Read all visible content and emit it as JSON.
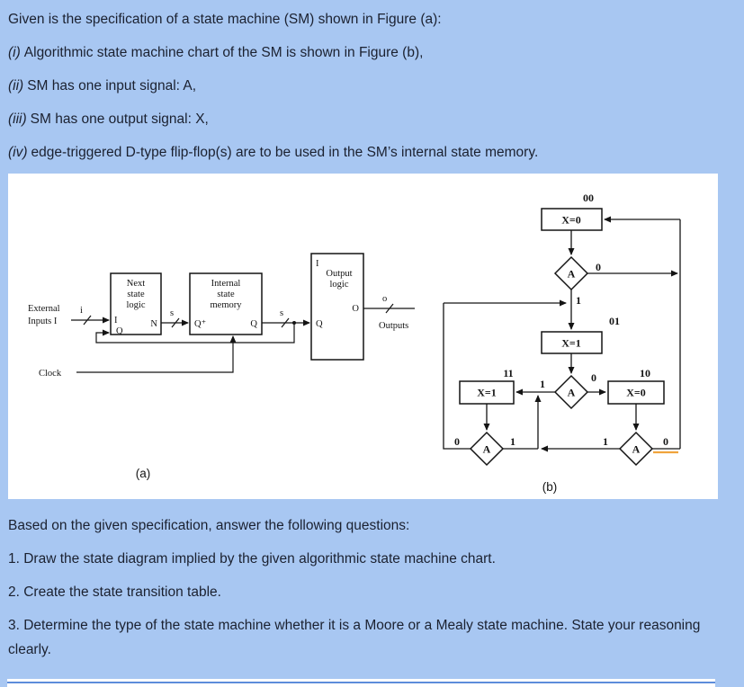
{
  "page": {
    "background": "#a8c7f2",
    "panel_background": "#ffffff",
    "text_color": "#1b2130",
    "accent_underline_color": "#f0a43c",
    "divider_color": "#5d8cdb"
  },
  "question": {
    "lead": "Given is the specification of a state machine (SM) shown in Figure (a):",
    "items": [
      {
        "marker": "(i)",
        "text": "Algorithmic state machine chart of the SM is shown in Figure (b),"
      },
      {
        "marker": "(ii)",
        "text": "SM has one input signal: A,"
      },
      {
        "marker": "(iii)",
        "text": "SM has one output signal: X,"
      },
      {
        "marker": "(iv)",
        "text": "edge-triggered D-type flip-flop(s) are to be used in the SM’s internal state memory."
      }
    ],
    "followup": "Based on the given specification, answer the following questions:",
    "tasks": [
      "1. Draw the state diagram implied by the given algorithmic state machine chart.",
      "2. Create the state transition table.",
      "3. Determine the type of the state machine whether it is a Moore or a Mealy state machine. State your reasoning clearly."
    ]
  },
  "figure_a": {
    "caption": "(a)",
    "block1_lines": [
      "Next",
      "state",
      "logic"
    ],
    "block2_lines": [
      "Internal",
      "state",
      "memory"
    ],
    "block3_lines": [
      "Output",
      "logic"
    ],
    "signals": {
      "I": "I",
      "Q": "Q",
      "N": "N",
      "Qplus": "Q⁺",
      "O": "O"
    },
    "buses": {
      "i": "i",
      "s": "s",
      "o": "o"
    },
    "external_inputs_lines": [
      "External",
      "Inputs I"
    ],
    "clock": "Clock",
    "outputs": "Outputs"
  },
  "figure_b": {
    "caption": "(b)",
    "decision": "A",
    "zero": "0",
    "one": "1",
    "states": {
      "s00": {
        "code": "00",
        "label": "X=0"
      },
      "s01": {
        "code": "01",
        "label": "X=1"
      },
      "s11": {
        "code": "11",
        "label": "X=1"
      },
      "s10": {
        "code": "10",
        "label": "X=0"
      }
    }
  }
}
